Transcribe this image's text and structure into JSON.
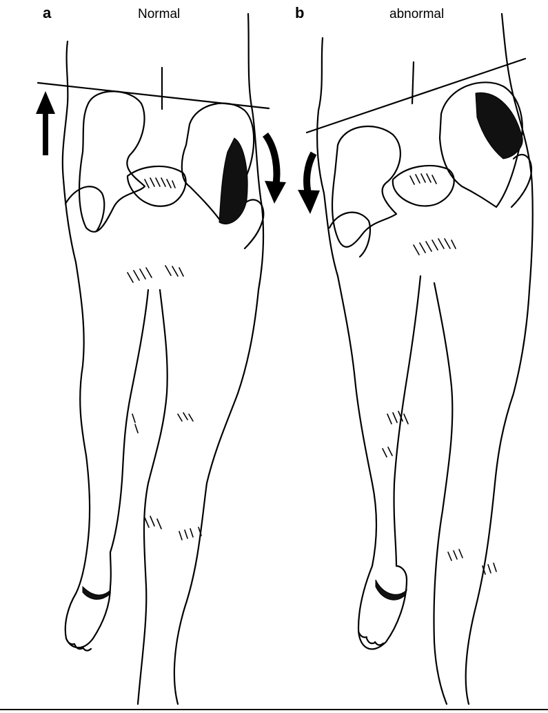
{
  "panels": [
    {
      "letter": "a",
      "title": "Normal"
    },
    {
      "letter": "b",
      "title": "abnormal"
    }
  ]
}
